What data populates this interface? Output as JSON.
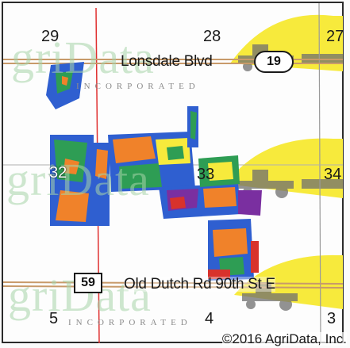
{
  "map": {
    "sections": [
      "29",
      "28",
      "27",
      "32",
      "33",
      "34",
      "5",
      "4",
      "3"
    ],
    "roads": {
      "top": {
        "name": "Lonsdale Blvd",
        "shield": "19"
      },
      "bottom": {
        "shield": "59",
        "name": "Old Dutch Rd 90th St E"
      }
    },
    "watermark": {
      "brand": "griData",
      "tagline": "INCORPORATED"
    },
    "copyright": "©2016 AgriData, Inc.",
    "colors": {
      "blue": "#2f5fd0",
      "green": "#2e9d54",
      "orange": "#f0822a",
      "yellow": "#f7ea3c",
      "red": "#d8322c",
      "purple": "#7a2fa0",
      "section_line_red": "#e03030",
      "road_line": "#c89a6a"
    }
  }
}
